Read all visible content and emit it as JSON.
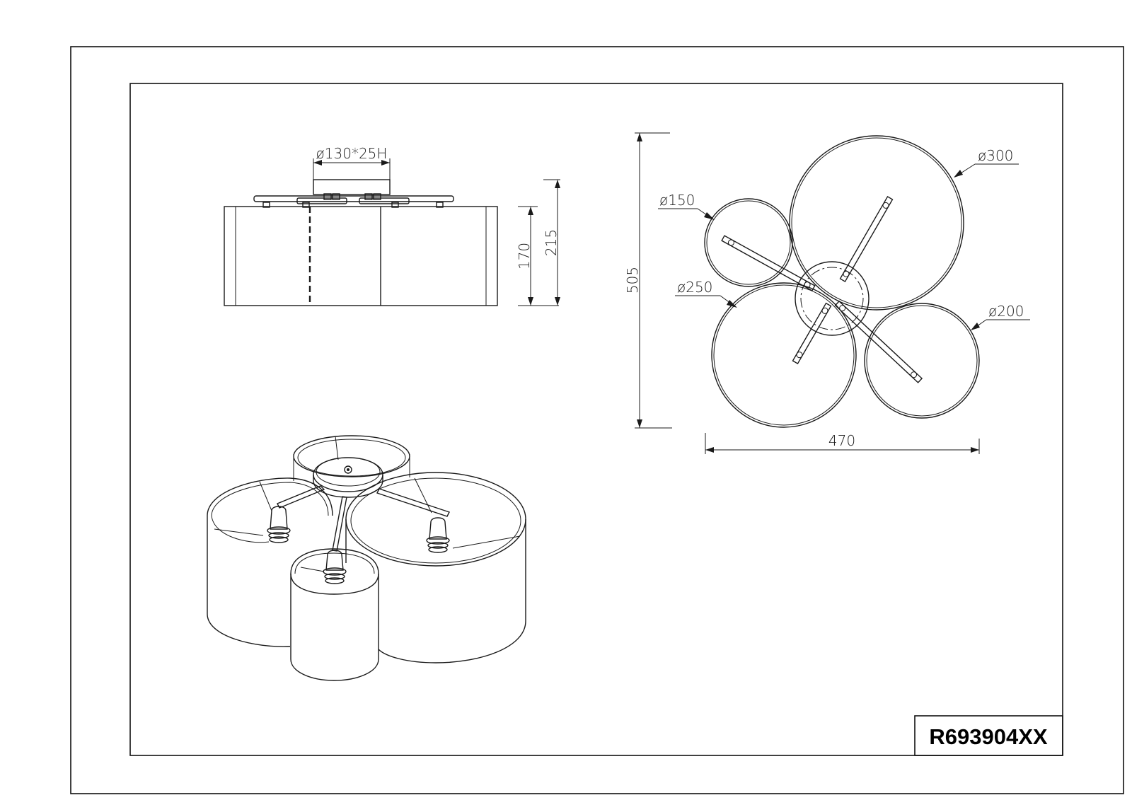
{
  "drawing": {
    "part_number": "R693904XX",
    "side_view": {
      "canopy_dimension": "ø130*25H",
      "height_shade": "170",
      "height_total": "215"
    },
    "top_view": {
      "shade_1_diameter": "ø150",
      "shade_2_diameter": "ø300",
      "shade_3_diameter": "ø250",
      "shade_4_diameter": "ø200",
      "overall_depth": "505",
      "overall_width": "470"
    }
  }
}
